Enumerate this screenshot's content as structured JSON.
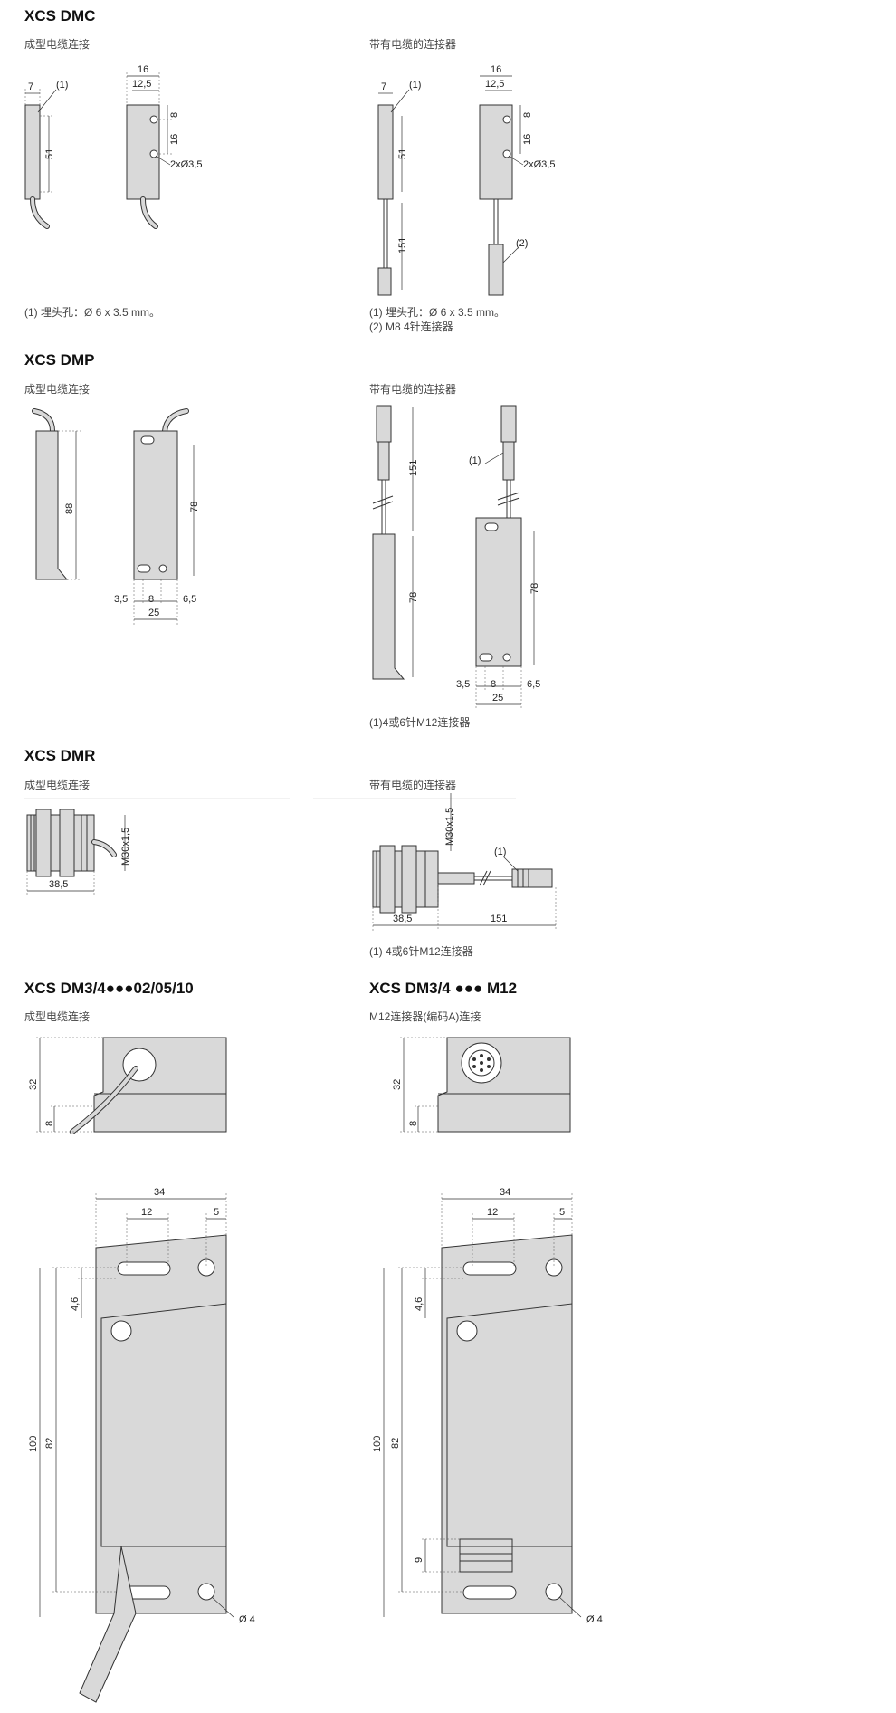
{
  "sections": [
    {
      "title": "XCS DMC",
      "left_subtitle": "成型电缆连接",
      "right_subtitle": "带有电缆的连接器",
      "left_notes": [
        "(1) 埋头孔：Ø 6 x 3.5 mm。"
      ],
      "right_notes": [
        "(1) 埋头孔：Ø 6 x 3.5 mm。",
        "(2) M8 4针连接器"
      ]
    },
    {
      "title": "XCS DMP",
      "left_subtitle": "成型电缆连接",
      "right_subtitle": "带有电缆的连接器",
      "right_notes": [
        "(1)4或6针M12连接器"
      ]
    },
    {
      "title": "XCS DMR",
      "left_subtitle": "成型电缆连接",
      "right_subtitle": "带有电缆的连接器",
      "right_notes": [
        "(1) 4或6针M12连接器"
      ]
    },
    {
      "title_left": "XCS DM3/4●●●02/05/10",
      "title_right": "XCS DM3/4 ●●● M12",
      "left_subtitle": "成型电缆连接",
      "right_subtitle": "M12连接器(编码A)连接"
    }
  ],
  "dims": {
    "dmc": {
      "w_thin": "7",
      "callout_1": "(1)",
      "w_top": "16",
      "w_inner": "12,5",
      "d8": "8",
      "d16": "16",
      "len": "51",
      "holes": "2xØ3,5",
      "cable": "151",
      "callout_2": "(2)"
    },
    "dmp": {
      "len": "88",
      "body": "78",
      "a": "3,5",
      "b": "8",
      "c": "6,5",
      "w": "25",
      "cable": "151",
      "callout_1": "(1)"
    },
    "dmr": {
      "thread": "M30x1,5",
      "len": "38,5",
      "cable": "151",
      "callout_1": "(1)"
    },
    "dm34": {
      "h32": "32",
      "h8": "8",
      "w34": "34",
      "w12": "12",
      "w5": "5",
      "h46": "4,6",
      "h100": "100",
      "h82": "82",
      "h9": "9",
      "hole": "Ø 4"
    }
  }
}
